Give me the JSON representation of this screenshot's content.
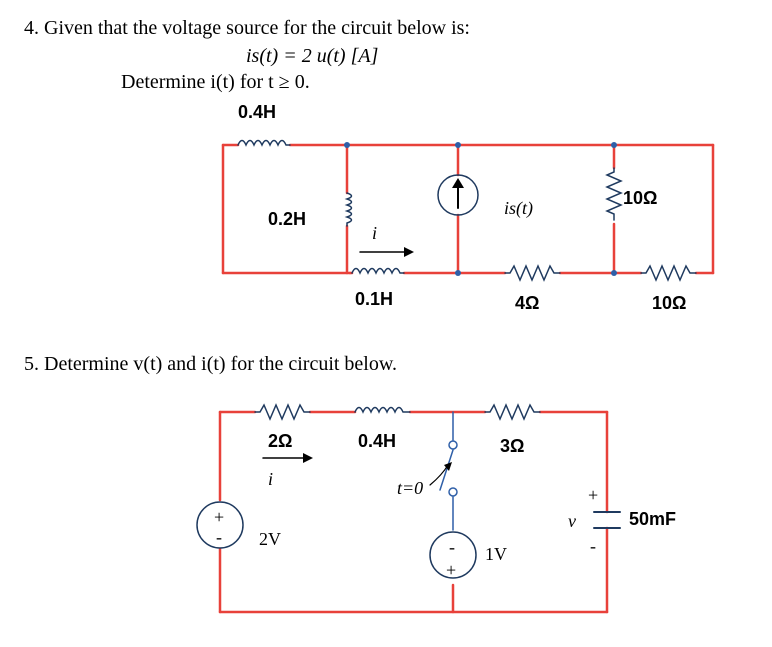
{
  "problem4": {
    "heading": "4. Given that the voltage source for the circuit below is:",
    "equation": "is(t) = 2 u(t)   [A]",
    "determine": "Determine i(t) for t ≥ 0.",
    "labels": {
      "L_top": "0.4H",
      "L_left": "0.2H",
      "current_i": "i",
      "L_bottom": "0.1H",
      "source": "is(t)",
      "R4": "4Ω",
      "R10_vertical": "10Ω",
      "R10_bottom": "10Ω"
    }
  },
  "problem5": {
    "heading": "5. Determine v(t) and i(t) for the circuit below.",
    "labels": {
      "R2": "2Ω",
      "L04": "0.4H",
      "R3": "3Ω",
      "current_i": "i",
      "switch_time": "t=0",
      "src2V": "2V",
      "src1V": "1V",
      "cap_v": "v",
      "cap": "50mF",
      "plus": "+",
      "minus": "-"
    }
  },
  "colors": {
    "wire": "#e8413a",
    "component": "#1f3a5f",
    "blue": "#2f5fa8"
  }
}
